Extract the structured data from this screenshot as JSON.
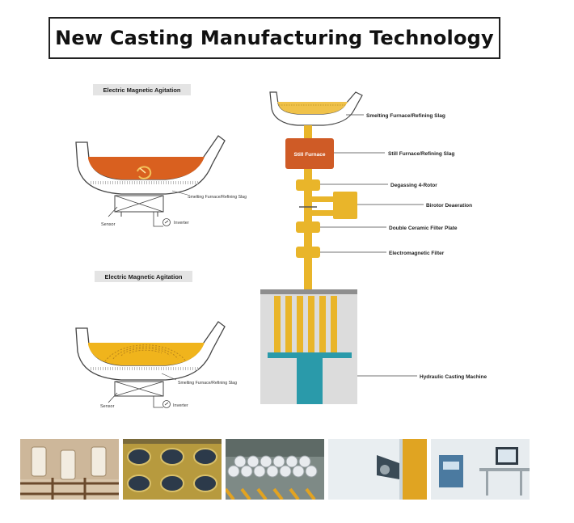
{
  "title": "New Casting Manufacturing Technology",
  "left_diagram_top": {
    "heading": "Electric Magnetic Agitation",
    "furnace_label": "Smelting Furnace/Refining Slag",
    "sensor_label": "Sensor",
    "inverter_label": "Inverter"
  },
  "left_diagram_bottom": {
    "heading": "Electric Magnetic Agitation",
    "furnace_label": "Smelting Furnace/Refining Slag",
    "sensor_label": "Sensor",
    "inverter_label": "Inverter"
  },
  "process_flow": {
    "still_furnace_box": "Still Furnace",
    "labels": {
      "smelting": "Smelting Furnace/Refining Slag",
      "still": "Still Furnace/Refining Slag",
      "degassing": "Degassing 4-Rotor",
      "birotor": "Birotor Deaeration",
      "filter_plate": "Double Ceramic Filter Plate",
      "em_filter": "Electromagnetic Filter",
      "hydraulic": "Hydraulic Casting Machine"
    }
  },
  "colors": {
    "molten_orange": "#d9601f",
    "molten_yellow": "#f0b41c",
    "flow_yellow": "#e9b52a",
    "box_orange": "#cf5b26",
    "machine_teal": "#2a9aaa",
    "machine_grey": "#dcdcdc"
  },
  "photos": [
    "crucible-photo",
    "mold-photo",
    "billet-stack-photo",
    "roll-machining-photo",
    "lab-equipment-photo"
  ]
}
